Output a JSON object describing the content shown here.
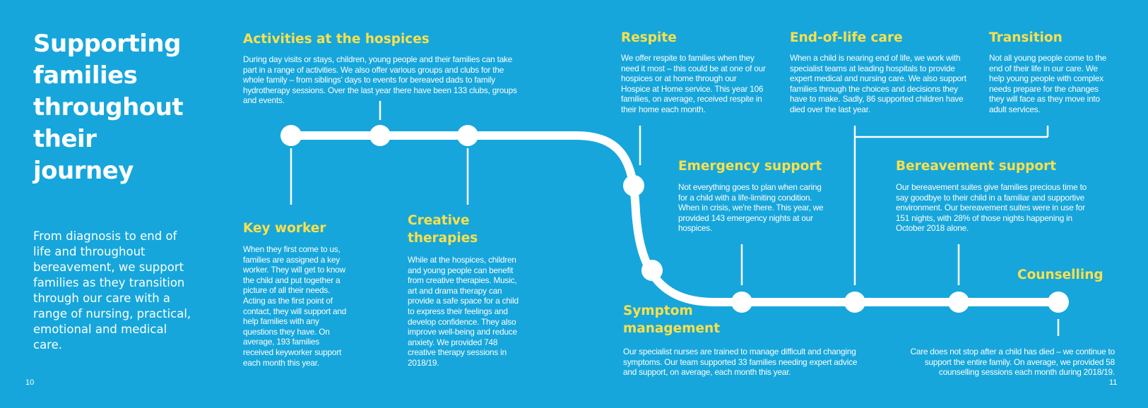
{
  "title": "Supporting families throughout their journey",
  "intro": "From diagnosis to end of life and throughout bereavement, we support families as they transition through our care with a range of nursing, practical, emotional and medical care.",
  "page_left": "10",
  "page_right": "11",
  "sections": {
    "activities": {
      "heading": "Activities at the hospices",
      "body": "During day visits or stays, children, young people and their families can take part in a range of activities. We also offer various groups and clubs for the whole family – from siblings' days to events for bereaved dads to family hydrotherapy sessions. Over the last year there have been 133 clubs, groups and events."
    },
    "key_worker": {
      "heading": "Key worker",
      "body": "When they first come to us, families are assigned a key worker. They will get to know the child and put together a picture of all their needs. Acting as the first point of contact, they will support and help families with any questions they have. On average, 193 families received keyworker support each month this year."
    },
    "creative": {
      "heading": "Creative therapies",
      "body": "While at the hospices, children and young people can benefit from creative therapies. Music, art and drama therapy can provide a safe space for a child to express their feelings and develop confidence. They also improve well-being and reduce anxiety. We provided 748 creative therapy sessions in 2018/19."
    },
    "respite": {
      "heading": "Respite",
      "body": "We offer respite to families when they need it most – this could be at one of our hospices or at home through our Hospice at Home service. This year 106 families, on average, received respite in their home each month."
    },
    "end_of_life": {
      "heading": "End-of-life care",
      "body": "When a child is nearing end of life, we work with specialist teams at leading hospitals to provide expert medical and nursing care. We also support families through the choices and decisions they have to make. Sadly, 86 supported children have died over the last year."
    },
    "transition": {
      "heading": "Transition",
      "body": "Not all young people come to the end of their life in our care. We help young people with complex needs prepare for the changes they will face as they move into adult services."
    },
    "emergency": {
      "heading": "Emergency support",
      "body": "Not everything goes to plan when caring for a child with a life-limiting condition. When in crisis, we're there. This year, we provided 143 emergency nights at our hospices."
    },
    "bereavement": {
      "heading": "Bereavement support",
      "body": "Our bereavement suites give families precious time to say goodbye to their child in a familiar and supportive environment. Our bereavement suites were in use for 151 nights, with 28% of those nights happening in October 2018 alone."
    },
    "symptom": {
      "heading": "Symptom management",
      "body": "Our specialist nurses are trained to manage difficult and changing symptoms. Our team supported 33 families needing expert advice and support, on average, each month this year."
    },
    "counselling": {
      "heading": "Counselling",
      "body": "Care does not stop after a child has died – we continue to support the entire family. On average, we provided 58 counselling sessions each month during 2018/19."
    }
  },
  "colors": {
    "background": "#16a6dc",
    "heading": "#fbe04b",
    "text": "#ffffff",
    "route": "#ffffff"
  }
}
